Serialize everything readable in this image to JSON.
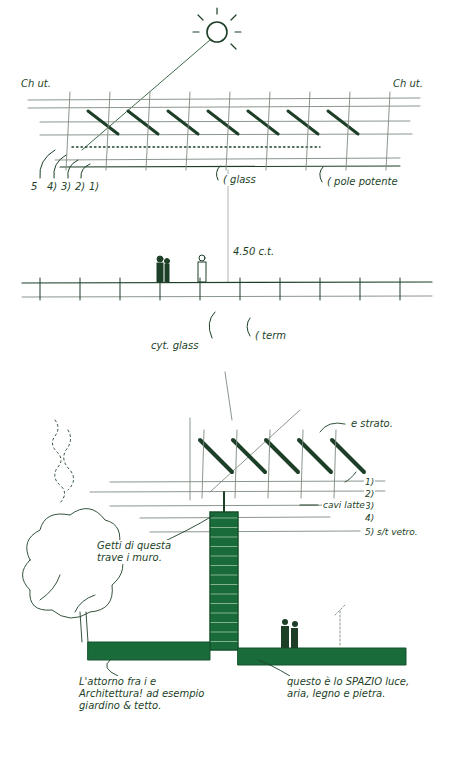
{
  "diagram": {
    "labels": [
      "Ch ut.",
      "Ch ut.",
      "5",
      "4)",
      "3)",
      "2)",
      "1)",
      "( glass",
      "( pole potente",
      "4.50 c.t.",
      "cyt. glass",
      "( term",
      "e strato.",
      "1)",
      "2)",
      "3)",
      "4)",
      "5) s/t vetro.",
      "cavi latte",
      "Getti di questa trave i muro.",
      "L'attorno fra i e Architettura! ad esempio giardino & tetto.",
      "questo è lo SPAZIO luce, aria, legno e pietra."
    ]
  }
}
